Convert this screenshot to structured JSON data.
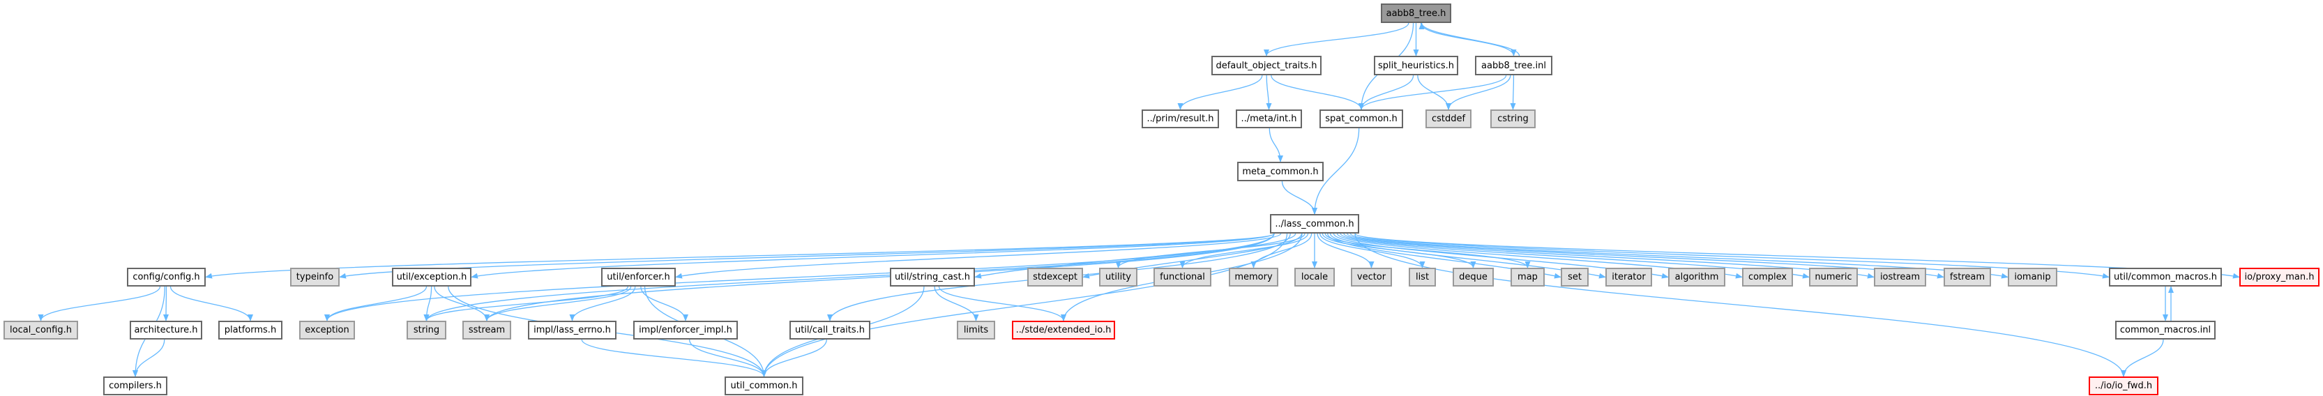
{
  "colors": {
    "edge": "#63b8ff",
    "root_fill": "#999999",
    "system_fill": "#e0e0e0",
    "missing_border": "#ff0000"
  },
  "nodes": [
    {
      "id": "aabb8-tree-h",
      "label": "aabb8_tree.h",
      "style": "root"
    },
    {
      "id": "default-object-traits-h",
      "label": "default_object_traits.h",
      "style": "normal"
    },
    {
      "id": "split-heuristics-h",
      "label": "split_heuristics.h",
      "style": "normal"
    },
    {
      "id": "aabb8-tree-inl",
      "label": "aabb8_tree.inl",
      "style": "normal"
    },
    {
      "id": "prim-result-h",
      "label": "../prim/result.h",
      "style": "normal"
    },
    {
      "id": "meta-int-h",
      "label": "../meta/int.h",
      "style": "normal"
    },
    {
      "id": "spat-common-h",
      "label": "spat_common.h",
      "style": "normal"
    },
    {
      "id": "cstddef",
      "label": "cstddef",
      "style": "gray"
    },
    {
      "id": "cstring",
      "label": "cstring",
      "style": "gray"
    },
    {
      "id": "meta-common-h",
      "label": "meta_common.h",
      "style": "normal"
    },
    {
      "id": "lass-common-h",
      "label": "../lass_common.h",
      "style": "normal"
    },
    {
      "id": "config-config-h",
      "label": "config/config.h",
      "style": "normal"
    },
    {
      "id": "typeinfo",
      "label": "typeinfo",
      "style": "gray"
    },
    {
      "id": "util-exception-h",
      "label": "util/exception.h",
      "style": "normal"
    },
    {
      "id": "util-enforcer-h",
      "label": "util/enforcer.h",
      "style": "normal"
    },
    {
      "id": "util-string-cast-h",
      "label": "util/string_cast.h",
      "style": "normal"
    },
    {
      "id": "stdexcept",
      "label": "stdexcept",
      "style": "gray"
    },
    {
      "id": "utility",
      "label": "utility",
      "style": "gray"
    },
    {
      "id": "functional",
      "label": "functional",
      "style": "gray"
    },
    {
      "id": "memory",
      "label": "memory",
      "style": "gray"
    },
    {
      "id": "locale",
      "label": "locale",
      "style": "gray"
    },
    {
      "id": "vector",
      "label": "vector",
      "style": "gray"
    },
    {
      "id": "list",
      "label": "list",
      "style": "gray"
    },
    {
      "id": "deque",
      "label": "deque",
      "style": "gray"
    },
    {
      "id": "map",
      "label": "map",
      "style": "gray"
    },
    {
      "id": "set",
      "label": "set",
      "style": "gray"
    },
    {
      "id": "iterator",
      "label": "iterator",
      "style": "gray"
    },
    {
      "id": "algorithm",
      "label": "algorithm",
      "style": "gray"
    },
    {
      "id": "complex",
      "label": "complex",
      "style": "gray"
    },
    {
      "id": "numeric",
      "label": "numeric",
      "style": "gray"
    },
    {
      "id": "iostream",
      "label": "iostream",
      "style": "gray"
    },
    {
      "id": "fstream",
      "label": "fstream",
      "style": "gray"
    },
    {
      "id": "iomanip",
      "label": "iomanip",
      "style": "gray"
    },
    {
      "id": "util-common-macros-h",
      "label": "util/common_macros.h",
      "style": "normal"
    },
    {
      "id": "io-proxy-man-h",
      "label": "io/proxy_man.h",
      "style": "red"
    },
    {
      "id": "local-config-h",
      "label": "local_config.h",
      "style": "gray"
    },
    {
      "id": "architecture-h",
      "label": "architecture.h",
      "style": "normal"
    },
    {
      "id": "platforms-h",
      "label": "platforms.h",
      "style": "normal"
    },
    {
      "id": "exception",
      "label": "exception",
      "style": "gray"
    },
    {
      "id": "string",
      "label": "string",
      "style": "gray"
    },
    {
      "id": "sstream",
      "label": "sstream",
      "style": "gray"
    },
    {
      "id": "impl-lass-errno-h",
      "label": "impl/lass_errno.h",
      "style": "normal"
    },
    {
      "id": "impl-enforcer-impl-h",
      "label": "impl/enforcer_impl.h",
      "style": "normal"
    },
    {
      "id": "util-call-traits-h",
      "label": "util/call_traits.h",
      "style": "normal"
    },
    {
      "id": "limits",
      "label": "limits",
      "style": "gray"
    },
    {
      "id": "stde-extended-io-h",
      "label": "../stde/extended_io.h",
      "style": "red"
    },
    {
      "id": "common-macros-inl",
      "label": "common_macros.inl",
      "style": "normal"
    },
    {
      "id": "compilers-h",
      "label": "compilers.h",
      "style": "normal"
    },
    {
      "id": "util-common-h",
      "label": "util_common.h",
      "style": "normal"
    },
    {
      "id": "io-io-fwd-h",
      "label": "../io/io_fwd.h",
      "style": "red"
    }
  ],
  "edges": [
    [
      "aabb8-tree-h",
      "default-object-traits-h"
    ],
    [
      "aabb8-tree-h",
      "spat-common-h"
    ],
    [
      "aabb8-tree-h",
      "split-heuristics-h"
    ],
    [
      "aabb8-tree-h",
      "aabb8-tree-inl"
    ],
    [
      "aabb8-tree-inl",
      "aabb8-tree-h"
    ],
    [
      "aabb8-tree-inl",
      "spat-common-h"
    ],
    [
      "aabb8-tree-inl",
      "cstddef"
    ],
    [
      "aabb8-tree-inl",
      "cstring"
    ],
    [
      "default-object-traits-h",
      "prim-result-h"
    ],
    [
      "default-object-traits-h",
      "meta-int-h"
    ],
    [
      "default-object-traits-h",
      "spat-common-h"
    ],
    [
      "split-heuristics-h",
      "spat-common-h"
    ],
    [
      "split-heuristics-h",
      "cstddef"
    ],
    [
      "meta-int-h",
      "meta-common-h"
    ],
    [
      "meta-common-h",
      "lass-common-h"
    ],
    [
      "spat-common-h",
      "lass-common-h"
    ],
    [
      "lass-common-h",
      "config-config-h"
    ],
    [
      "lass-common-h",
      "typeinfo"
    ],
    [
      "lass-common-h",
      "exception"
    ],
    [
      "lass-common-h",
      "util-exception-h"
    ],
    [
      "lass-common-h",
      "string"
    ],
    [
      "lass-common-h",
      "sstream"
    ],
    [
      "lass-common-h",
      "util-enforcer-h"
    ],
    [
      "lass-common-h",
      "util-call-traits-h"
    ],
    [
      "lass-common-h",
      "util-common-h"
    ],
    [
      "lass-common-h",
      "util-string-cast-h"
    ],
    [
      "lass-common-h",
      "stde-extended-io-h"
    ],
    [
      "lass-common-h",
      "stdexcept"
    ],
    [
      "lass-common-h",
      "utility"
    ],
    [
      "lass-common-h",
      "functional"
    ],
    [
      "lass-common-h",
      "memory"
    ],
    [
      "lass-common-h",
      "locale"
    ],
    [
      "lass-common-h",
      "vector"
    ],
    [
      "lass-common-h",
      "list"
    ],
    [
      "lass-common-h",
      "deque"
    ],
    [
      "lass-common-h",
      "map"
    ],
    [
      "lass-common-h",
      "set"
    ],
    [
      "lass-common-h",
      "iterator"
    ],
    [
      "lass-common-h",
      "algorithm"
    ],
    [
      "lass-common-h",
      "complex"
    ],
    [
      "lass-common-h",
      "numeric"
    ],
    [
      "lass-common-h",
      "iostream"
    ],
    [
      "lass-common-h",
      "fstream"
    ],
    [
      "lass-common-h",
      "iomanip"
    ],
    [
      "lass-common-h",
      "util-common-macros-h"
    ],
    [
      "lass-common-h",
      "io-io-fwd-h"
    ],
    [
      "lass-common-h",
      "io-proxy-man-h"
    ],
    [
      "config-config-h",
      "local-config-h"
    ],
    [
      "config-config-h",
      "compilers-h"
    ],
    [
      "config-config-h",
      "architecture-h"
    ],
    [
      "config-config-h",
      "platforms-h"
    ],
    [
      "architecture-h",
      "compilers-h"
    ],
    [
      "util-exception-h",
      "exception"
    ],
    [
      "util-exception-h",
      "string"
    ],
    [
      "util-exception-h",
      "sstream"
    ],
    [
      "util-exception-h",
      "util-common-h"
    ],
    [
      "util-enforcer-h",
      "string"
    ],
    [
      "util-enforcer-h",
      "sstream"
    ],
    [
      "util-enforcer-h",
      "impl-lass-errno-h"
    ],
    [
      "util-enforcer-h",
      "impl-enforcer-impl-h"
    ],
    [
      "util-enforcer-h",
      "util-common-h"
    ],
    [
      "impl-lass-errno-h",
      "util-common-h"
    ],
    [
      "impl-enforcer-impl-h",
      "util-common-h"
    ],
    [
      "util-call-traits-h",
      "util-common-h"
    ],
    [
      "util-string-cast-h",
      "limits"
    ],
    [
      "util-string-cast-h",
      "stde-extended-io-h"
    ],
    [
      "util-string-cast-h",
      "util-common-h"
    ],
    [
      "util-common-macros-h",
      "common-macros-inl"
    ],
    [
      "common-macros-inl",
      "util-common-macros-h"
    ],
    [
      "common-macros-inl",
      "io-io-fwd-h"
    ]
  ]
}
